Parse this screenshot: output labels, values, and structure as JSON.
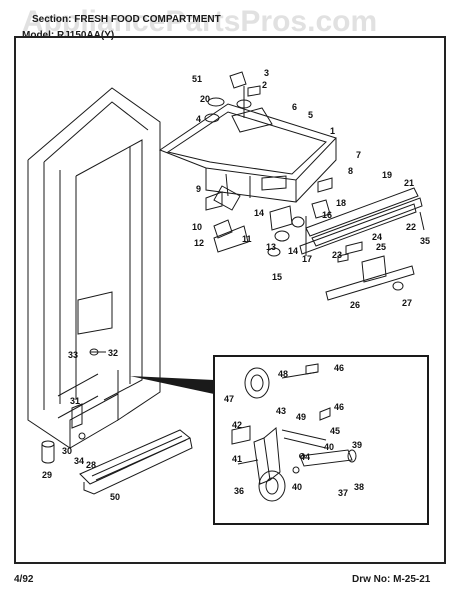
{
  "header": {
    "section": "Section: FRESH FOOD COMPARTMENT",
    "model": "Model: RJ150AA(Y)"
  },
  "watermark": "AppliancePartsPros.com",
  "footer": {
    "date": "4/92",
    "drawing": "Drw No: M-25-21"
  },
  "callouts": {
    "c1": "1",
    "c2": "2",
    "c3": "3",
    "c4": "4",
    "c5": "5",
    "c6": "6",
    "c7": "7",
    "c8": "8",
    "c9": "9",
    "c10": "10",
    "c11": "11",
    "c12": "12",
    "c13": "13",
    "c14a": "14",
    "c14b": "14",
    "c15": "15",
    "c16": "16",
    "c17": "17",
    "c18": "18",
    "c19": "19",
    "c20": "20",
    "c21": "21",
    "c22": "22",
    "c23": "23",
    "c24": "24",
    "c25": "25",
    "c26": "26",
    "c27": "27",
    "c28": "28",
    "c29": "29",
    "c30": "30",
    "c31": "31",
    "c32": "32",
    "c33": "33",
    "c34": "34",
    "c35": "35",
    "c36": "36",
    "c37": "37",
    "c38": "38",
    "c39": "39",
    "c40a": "40",
    "c40b": "40",
    "c41": "41",
    "c42": "42",
    "c43": "43",
    "c44": "44",
    "c45": "45",
    "c46a": "46",
    "c46b": "46",
    "c47": "47",
    "c48": "48",
    "c49": "49",
    "c50": "50",
    "c51": "51"
  },
  "colors": {
    "ink": "#1a1a1a",
    "paper": "#ffffff"
  }
}
